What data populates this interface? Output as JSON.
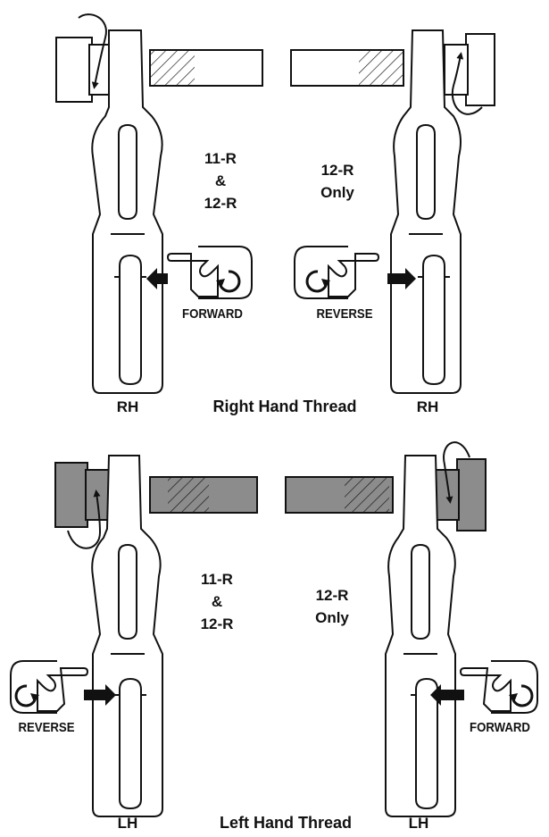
{
  "colors": {
    "outline": "#111111",
    "dark_fill": "#8c8c8c",
    "light_fill": "#ffffff"
  },
  "top": {
    "left_model_lines": [
      "11-R",
      "&",
      "12-R"
    ],
    "right_model_lines": [
      "12-R",
      "Only"
    ],
    "left_direction": "FORWARD",
    "right_direction": "REVERSE",
    "left_hand": "RH",
    "right_hand": "RH",
    "title": "Right Hand Thread"
  },
  "bottom": {
    "left_model_lines": [
      "11-R",
      "&",
      "12-R"
    ],
    "right_model_lines": [
      "12-R",
      "Only"
    ],
    "left_direction": "REVERSE",
    "right_direction": "FORWARD",
    "left_hand": "LH",
    "right_hand": "LH",
    "title": "Left Hand Thread"
  }
}
